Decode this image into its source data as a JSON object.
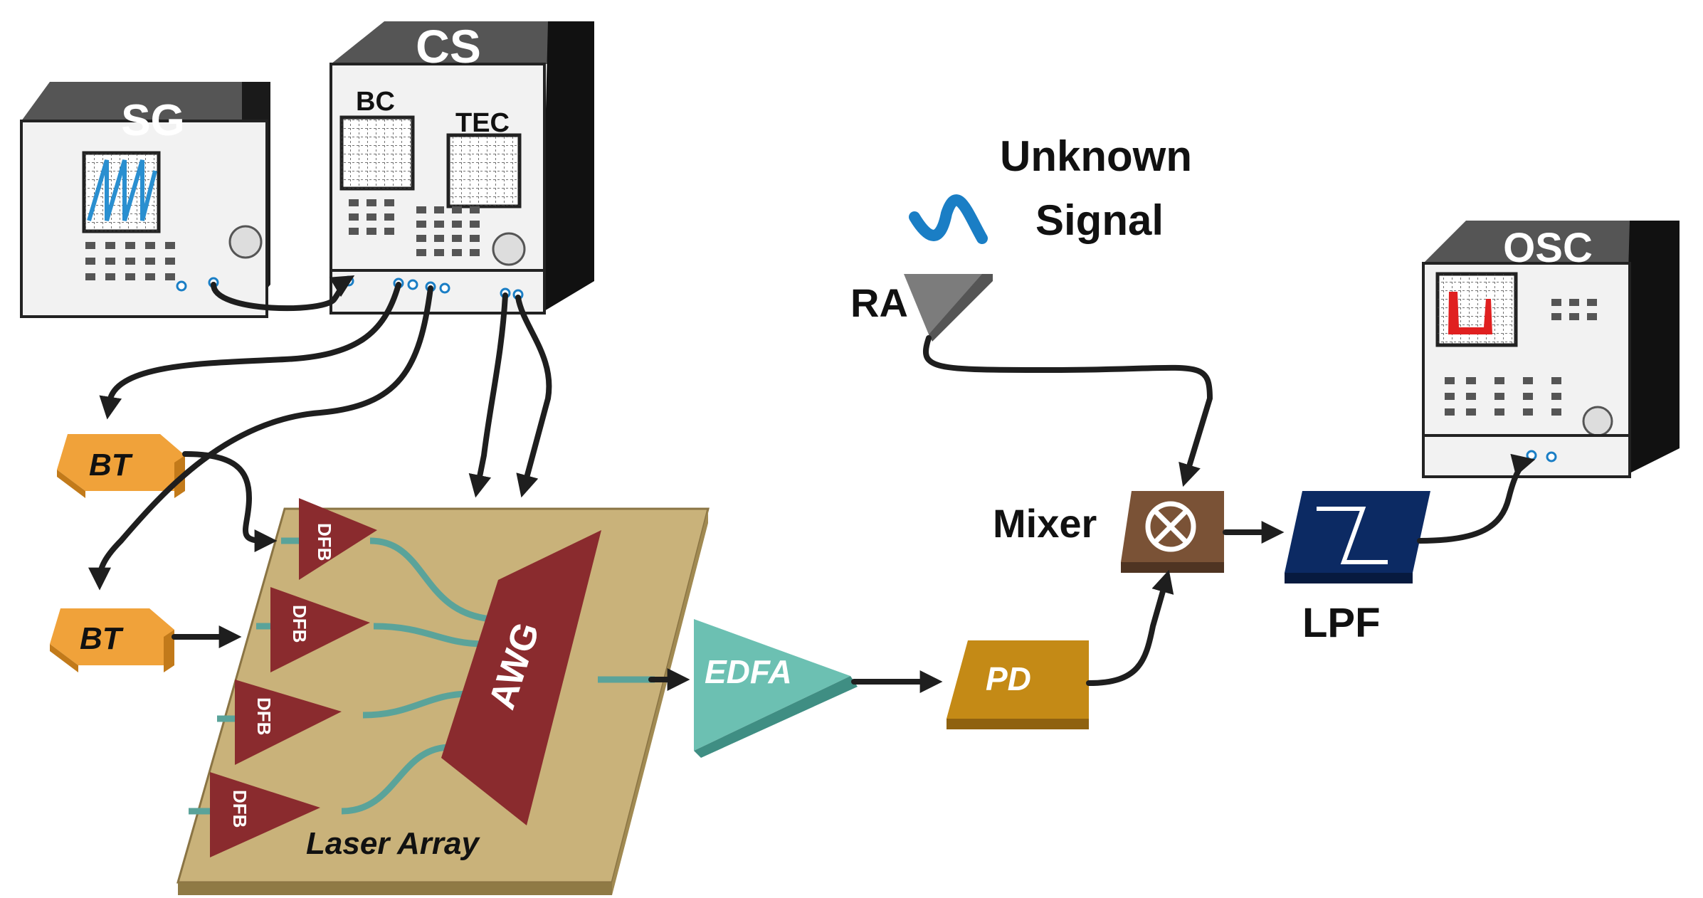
{
  "instruments": {
    "sg": {
      "label": "SG"
    },
    "cs": {
      "label": "CS",
      "bc_label": "BC",
      "tec_label": "TEC"
    },
    "osc": {
      "label": "OSC"
    }
  },
  "drivers": {
    "bt_top": "BT",
    "bt_bottom": "BT"
  },
  "laser_array": {
    "label": "Laser Array",
    "dfb_labels": [
      "DFB",
      "DFB",
      "DFB",
      "DFB"
    ],
    "awg_label": "AWG"
  },
  "chain": {
    "edfa": "EDFA",
    "pd": "PD",
    "mixer": "Mixer",
    "lpf": "LPF",
    "ra": "RA"
  },
  "unknown_signal": {
    "line1": "Unknown",
    "line2": "Signal"
  },
  "colors": {
    "instrument_dark": "#2b2b2b",
    "instrument_gray": "#7f7f7f",
    "bt_orange": "#f0a23a",
    "board_tan": "#c9b27a",
    "dfb_awg_red": "#8a2b2e",
    "fiber_teal": "#5aa39a",
    "edfa_teal": "#6cc0b2",
    "pd_gold": "#c48a16",
    "mixer_brown": "#7a5236",
    "lpf_navy": "#0c2a63",
    "signal_blue": "#1a7ec5",
    "osc_trace_red": "#e02020",
    "sg_wave_blue": "#2a8fd0"
  }
}
